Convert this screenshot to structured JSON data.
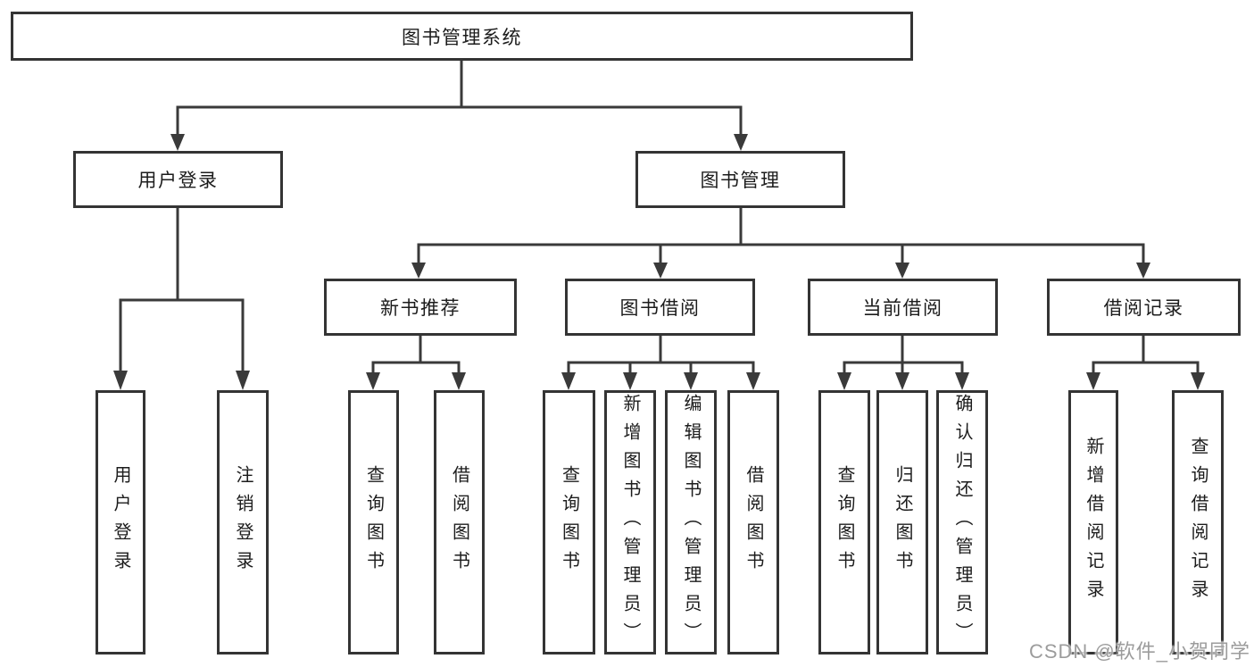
{
  "diagram": {
    "title": "图书管理系统",
    "children": [
      {
        "label": "用户登录",
        "children": [
          {
            "label": "用户登录"
          },
          {
            "label": "注销登录"
          }
        ]
      },
      {
        "label": "图书管理",
        "children": [
          {
            "label": "新书推荐",
            "children": [
              {
                "label": "查询图书"
              },
              {
                "label": "借阅图书"
              }
            ]
          },
          {
            "label": "图书借阅",
            "children": [
              {
                "label": "查询图书"
              },
              {
                "label": "新增图书（管理员）"
              },
              {
                "label": "编辑图书（管理员）"
              },
              {
                "label": "借阅图书"
              }
            ]
          },
          {
            "label": "当前借阅",
            "children": [
              {
                "label": "查询图书"
              },
              {
                "label": "归还图书"
              },
              {
                "label": "确认归还（管理员）"
              }
            ]
          },
          {
            "label": "借阅记录",
            "children": [
              {
                "label": "新增借阅记录"
              },
              {
                "label": "查询借阅记录"
              }
            ]
          }
        ]
      }
    ]
  },
  "colors": {
    "line": "#3a3a3a",
    "border": "#343434",
    "text": "#1c1c1c",
    "watermark": "#9c9c9c"
  },
  "watermark": {
    "text": "CSDN @软件_小贺同学"
  }
}
